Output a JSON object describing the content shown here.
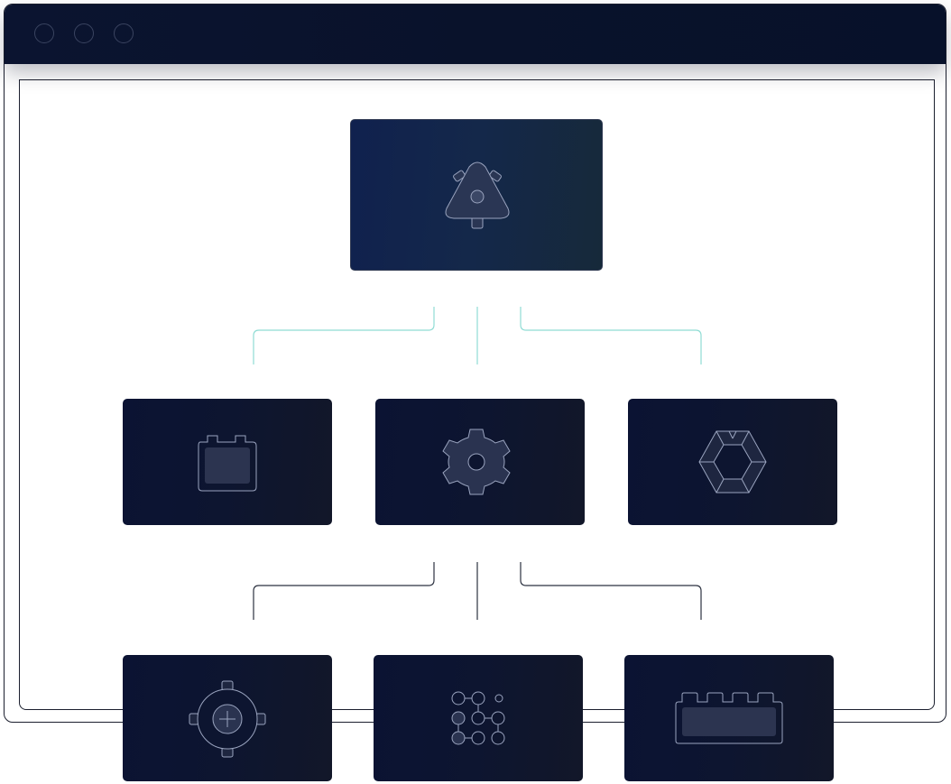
{
  "window": {
    "controls": [
      "close-control",
      "minimize-control",
      "maximize-control"
    ]
  },
  "diagram": {
    "root": {
      "icon": "triangle-block-icon"
    },
    "level1": [
      {
        "icon": "battery-block-icon"
      },
      {
        "icon": "gear-icon"
      },
      {
        "icon": "hexagon-ring-icon"
      }
    ],
    "level2": [
      {
        "icon": "crosshair-hub-icon"
      },
      {
        "icon": "node-grid-icon"
      },
      {
        "icon": "brick-block-icon"
      }
    ],
    "edges": [
      {
        "from": "root",
        "to": "level1-0",
        "style": "teal"
      },
      {
        "from": "root",
        "to": "level1-1",
        "style": "teal"
      },
      {
        "from": "root",
        "to": "level1-2",
        "style": "teal"
      },
      {
        "from": "level1-1",
        "to": "level2-0",
        "style": "dark"
      },
      {
        "from": "level1-1",
        "to": "level2-1",
        "style": "dark"
      },
      {
        "from": "level1-1",
        "to": "level2-2",
        "style": "dark"
      }
    ],
    "colors": {
      "teal_connector": "#8fdcd4",
      "dark_connector": "#2c3140",
      "card_dark": "#0c1430",
      "card_root": "#12244c",
      "icon_stroke": "#9aa4bf"
    }
  }
}
